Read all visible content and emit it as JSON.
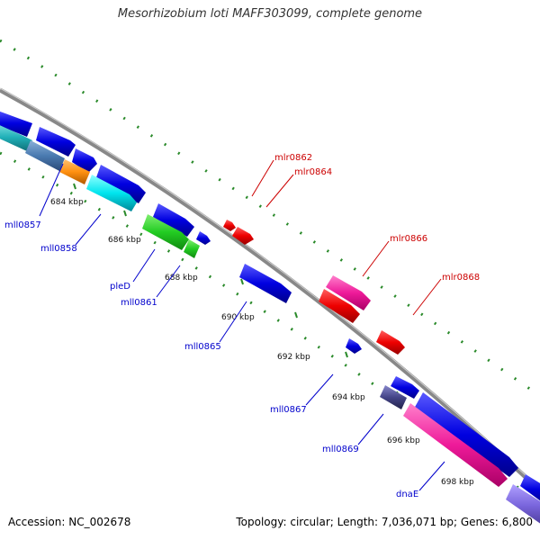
{
  "title": "Mesorhizobium loti MAFF303099, complete genome",
  "footer": {
    "accession": "Accession: NC_002678",
    "stats": "Topology: circular; Length: 7,036,071 bp; Genes: 6,800"
  },
  "colors": {
    "backbone": "#888888",
    "tick": "#2a8a2a",
    "forward_label": "#cc0000",
    "reverse_label": "#0000cc"
  },
  "position_labels": [
    "684 kbp",
    "686 kbp",
    "688 kbp",
    "690 kbp",
    "692 kbp",
    "694 kbp",
    "696 kbp",
    "698 kbp"
  ],
  "forward_genes": [
    "mlr0862",
    "mlr0864",
    "mlr0866",
    "mlr0868"
  ],
  "reverse_genes": [
    "mll0857",
    "mll0858",
    "pleD",
    "mll0861",
    "mll0865",
    "mll0867",
    "mll0869",
    "dnaE"
  ]
}
